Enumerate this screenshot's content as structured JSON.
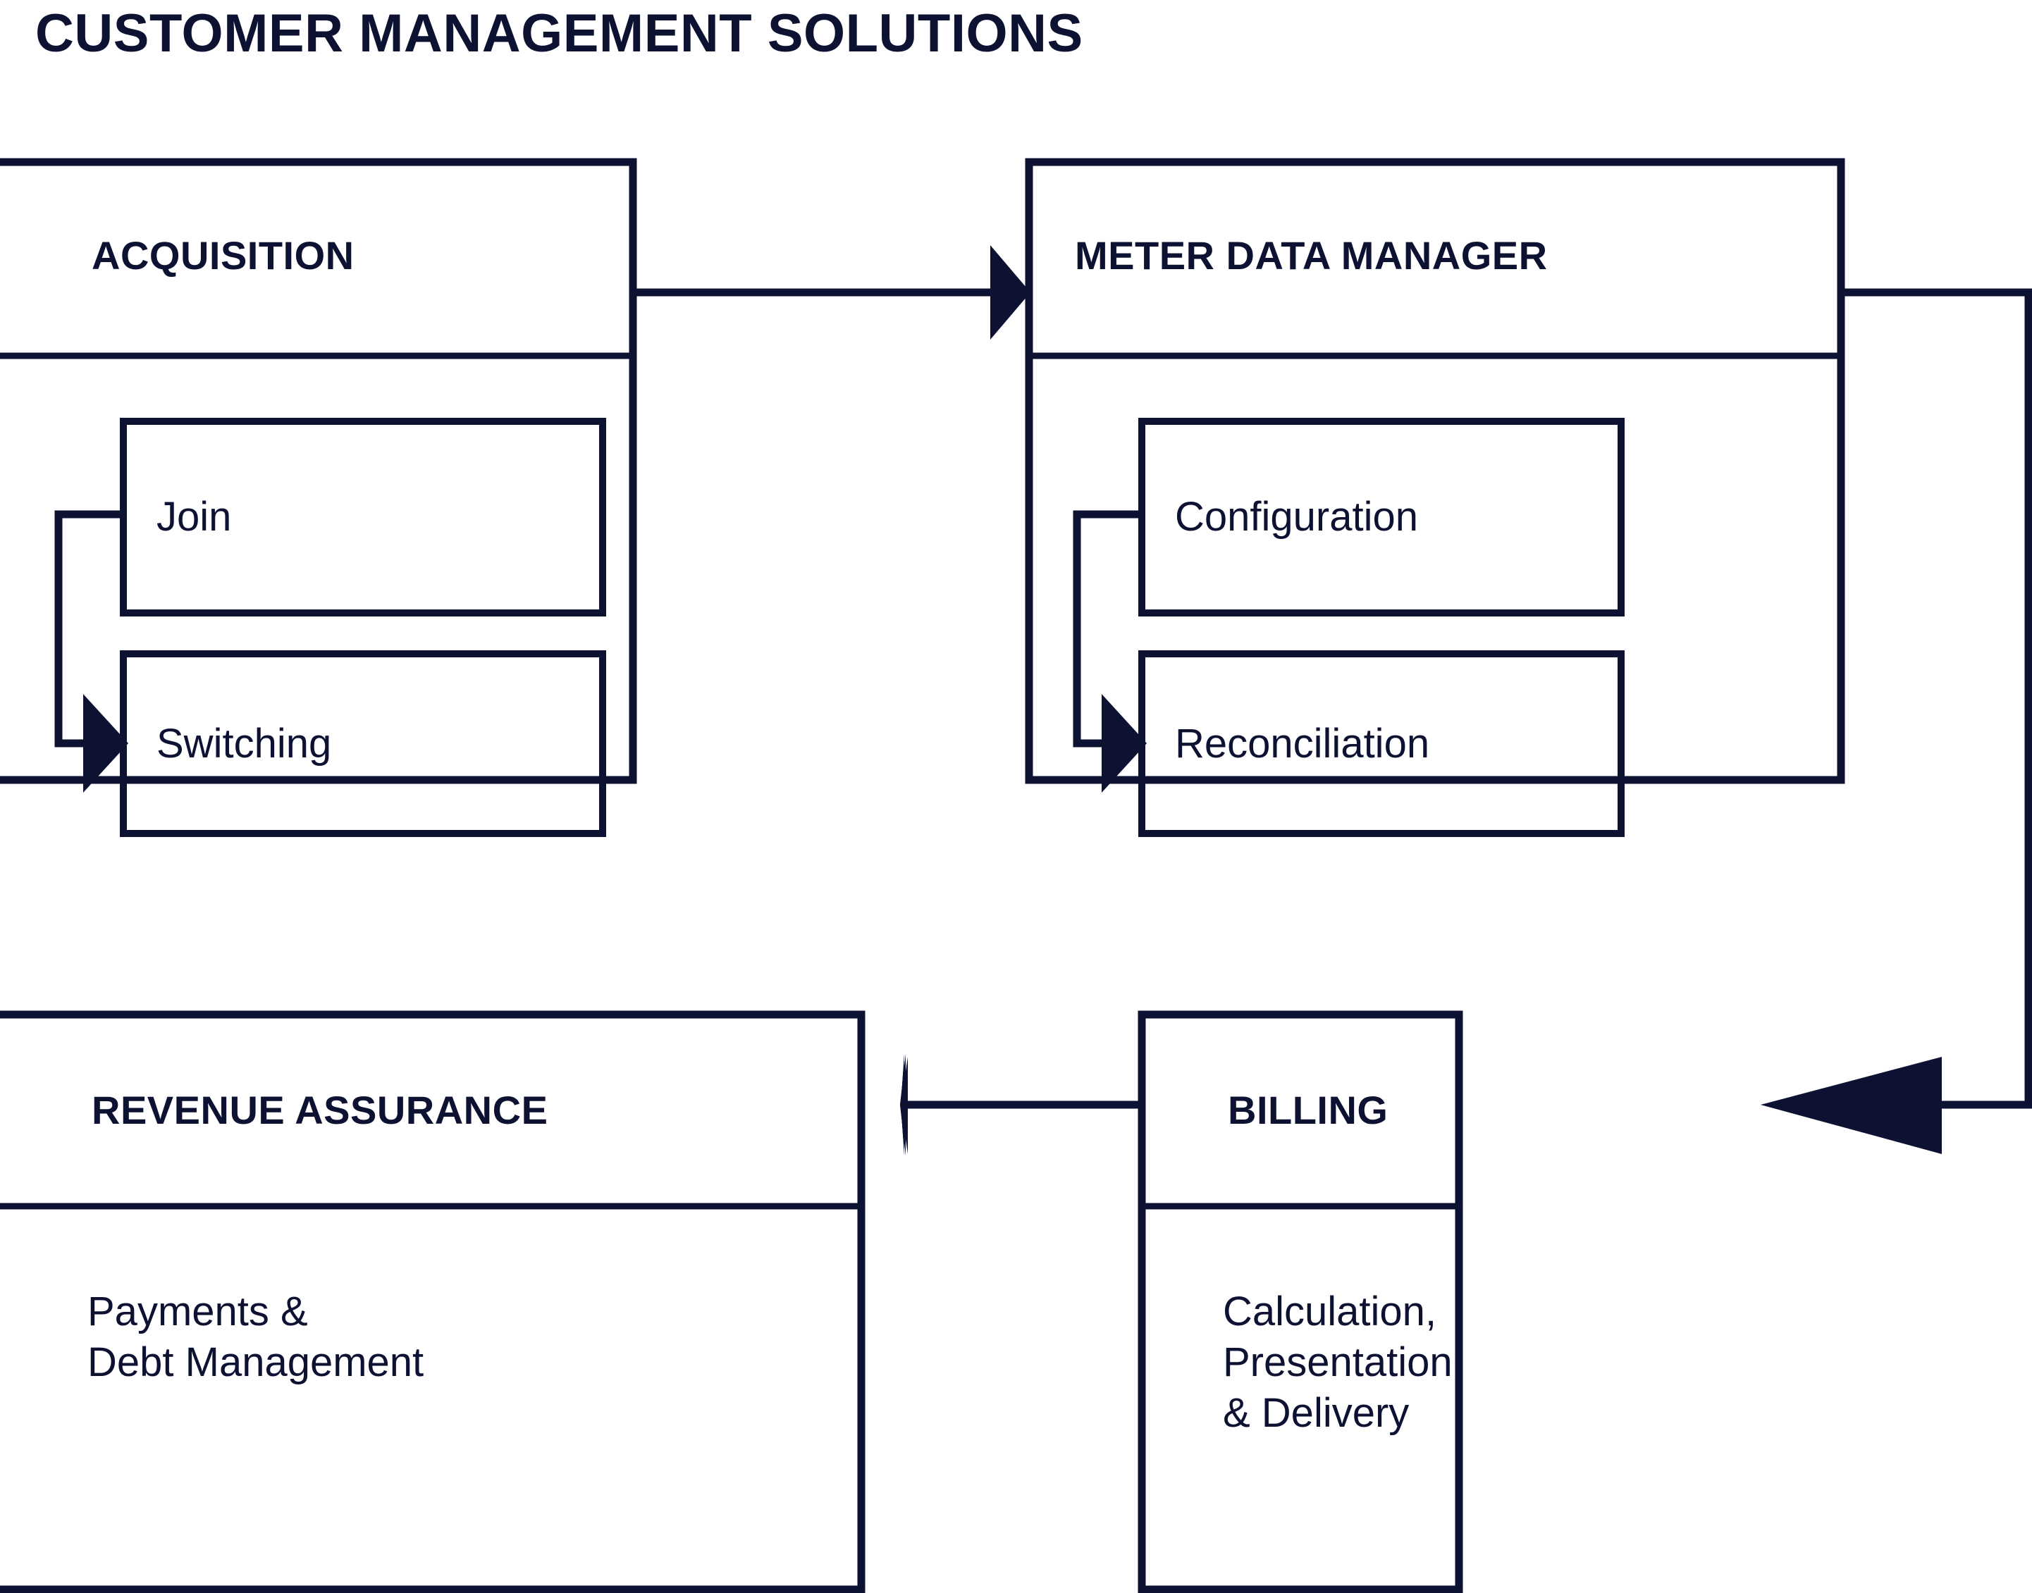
{
  "title": "CUSTOMER MANAGEMENT SOLUTIONS",
  "colors": {
    "ink": "#0d1233",
    "background": "#ffffff"
  },
  "panels": {
    "acquisition": {
      "heading": "ACQUISITION",
      "children": [
        {
          "label": "Join"
        },
        {
          "label": "Switching"
        }
      ]
    },
    "meter_data_manager": {
      "heading": "METER DATA MANAGER",
      "children": [
        {
          "label": "Configuration"
        },
        {
          "label": "Reconciliation"
        }
      ]
    },
    "revenue_assurance": {
      "heading": "REVENUE ASSURANCE",
      "body": "Payments &\nDebt Management"
    },
    "billing": {
      "heading": "BILLING",
      "body": "Calculation,\nPresentation\n& Delivery"
    }
  },
  "connectors": [
    {
      "name": "acquisition-to-meter-data-manager",
      "direction": "right"
    },
    {
      "name": "join-to-switching",
      "direction": "right"
    },
    {
      "name": "configuration-to-reconciliation",
      "direction": "right"
    },
    {
      "name": "meter-data-manager-to-billing",
      "direction": "left"
    },
    {
      "name": "billing-to-revenue-assurance",
      "direction": "left"
    }
  ]
}
